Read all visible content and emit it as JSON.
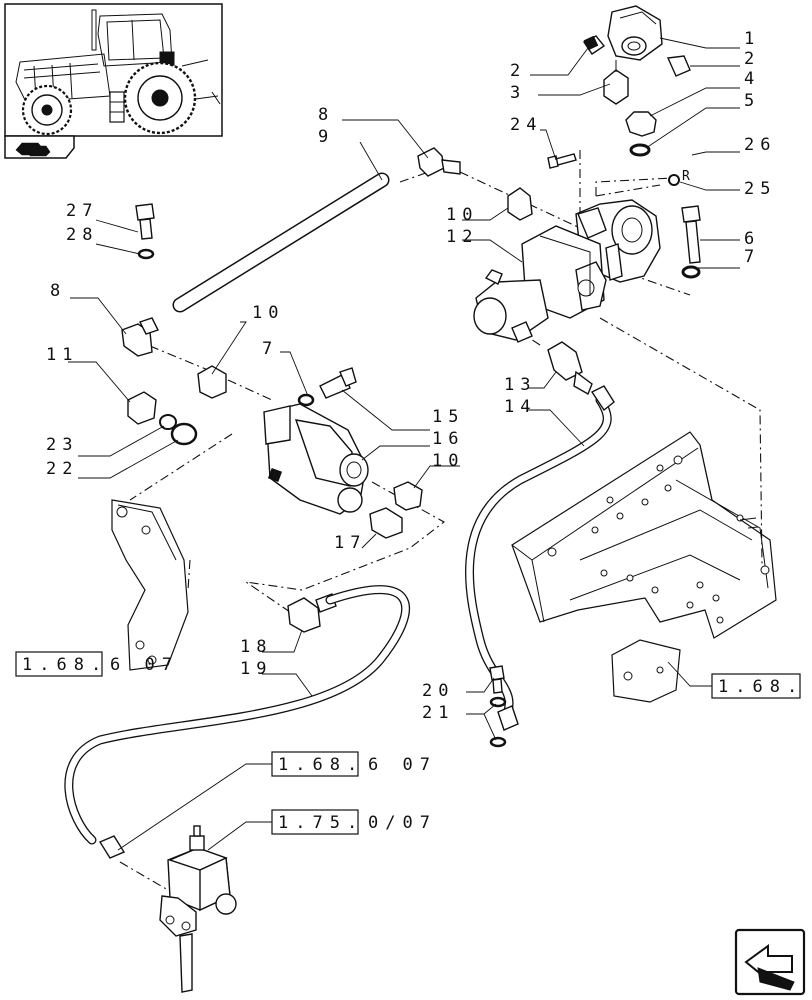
{
  "callouts": [
    {
      "id": "c1",
      "text": "1"
    },
    {
      "id": "c2a",
      "text": "2"
    },
    {
      "id": "c2b",
      "text": "2"
    },
    {
      "id": "c3",
      "text": "3"
    },
    {
      "id": "c4",
      "text": "4"
    },
    {
      "id": "c5",
      "text": "5"
    },
    {
      "id": "c24",
      "text": "24"
    },
    {
      "id": "c26",
      "text": "26"
    },
    {
      "id": "c25",
      "text": "25"
    },
    {
      "id": "c8a",
      "text": "8"
    },
    {
      "id": "c9",
      "text": "9"
    },
    {
      "id": "c10a",
      "text": "10"
    },
    {
      "id": "c12",
      "text": "12"
    },
    {
      "id": "c6",
      "text": "6"
    },
    {
      "id": "c7a",
      "text": "7"
    },
    {
      "id": "c27",
      "text": "27"
    },
    {
      "id": "c28",
      "text": "28"
    },
    {
      "id": "c8b",
      "text": "8"
    },
    {
      "id": "c10b",
      "text": "10"
    },
    {
      "id": "c11",
      "text": "11"
    },
    {
      "id": "c7b",
      "text": "7"
    },
    {
      "id": "c13",
      "text": "13"
    },
    {
      "id": "c14",
      "text": "14"
    },
    {
      "id": "c15",
      "text": "15"
    },
    {
      "id": "c16",
      "text": "16"
    },
    {
      "id": "c10c",
      "text": "10"
    },
    {
      "id": "c23",
      "text": "23"
    },
    {
      "id": "c22",
      "text": "22"
    },
    {
      "id": "c17",
      "text": "17"
    },
    {
      "id": "c18",
      "text": "18"
    },
    {
      "id": "c19",
      "text": "19"
    },
    {
      "id": "c20",
      "text": "20"
    },
    {
      "id": "c21",
      "text": "21"
    }
  ],
  "references": [
    {
      "id": "r1",
      "boxed": "1.68.",
      "rest": "6 07"
    },
    {
      "id": "r2",
      "boxed": "1.68.",
      "rest": ""
    },
    {
      "id": "r3",
      "boxed": "1.68.",
      "rest": "6 07"
    },
    {
      "id": "r4",
      "boxed": "1.75.",
      "rest": "0/07"
    }
  ],
  "marks": {
    "r_label": "R"
  }
}
